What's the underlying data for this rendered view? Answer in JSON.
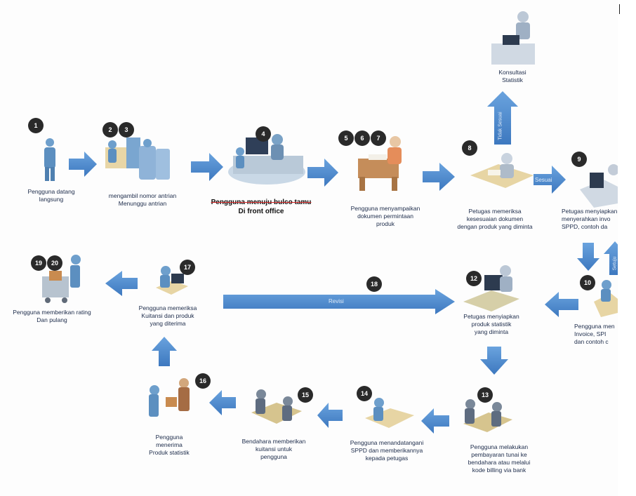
{
  "steps": {
    "s1": {
      "badges": [
        "1"
      ],
      "label": [
        "Pengguna datang",
        "langsung"
      ]
    },
    "s2": {
      "badges": [
        "2",
        "3"
      ],
      "label": [
        "mengambil nomor antrian",
        "Menunggu antrian"
      ]
    },
    "s4": {
      "badges": [
        "4"
      ],
      "label": [
        "Pengguna menuju bulco tamu",
        "Di front office"
      ]
    },
    "s5": {
      "badges": [
        "5",
        "6",
        "7"
      ],
      "label": [
        "Pengguna menyampaikan",
        "dokumen permintaan",
        "produk"
      ]
    },
    "s8": {
      "badges": [
        "8"
      ],
      "label": [
        "Petugas memeriksa",
        "kesesuaian dokumen",
        "dengan produk yang diminta"
      ]
    },
    "konsultasi": {
      "label": [
        "Konsultasi",
        "Statistik"
      ]
    },
    "s9": {
      "badges": [
        "9"
      ],
      "label": [
        "Petugas menyiapkan",
        "menyerahkan invo",
        "SPPD, contoh da"
      ]
    },
    "s10": {
      "badges": [
        "10"
      ],
      "label": [
        "Pengguna men",
        "Invoice, SPI",
        "dan contoh c"
      ]
    },
    "s12": {
      "badges": [
        "12"
      ],
      "label": [
        "Petugas menyiapkan",
        "produk statistik",
        "yang diminta"
      ]
    },
    "s13": {
      "badges": [
        "13"
      ],
      "label": [
        "Pengguna melakukan",
        "pembayaran tunai ke",
        "bendahara atau melalui",
        "kode billing via bank"
      ]
    },
    "s14": {
      "badges": [
        "14"
      ],
      "label": [
        "Pengguna menandatangani",
        "SPPD dan memberikannya",
        "kepada petugas"
      ]
    },
    "s15": {
      "badges": [
        "15"
      ],
      "label": [
        "Bendahara memberikan",
        "kuitansi untuk",
        "pengguna"
      ]
    },
    "s16": {
      "badges": [
        "16"
      ],
      "label": [
        "Pengguna",
        "menerima",
        "Produk statistik"
      ]
    },
    "s17": {
      "badges": [
        "17"
      ],
      "label": [
        "Pengguna memeriksa",
        "Kuitansi dan produk",
        "yang diterima"
      ]
    },
    "s18": {
      "badges": [
        "18"
      ]
    },
    "s19": {
      "badges": [
        "19",
        "20"
      ],
      "label": [
        "Pengguna memberikan rating",
        "Dan pulang"
      ]
    }
  },
  "arrow_labels": {
    "tidak_sesuai": "Tidak Sesuai",
    "sesuai": "Sesuai",
    "revisi": "Revisi",
    "setuju": "Setuju"
  },
  "colors": {
    "arrow": "#4a86cc",
    "badge": "#2a2a2a",
    "label_text": "#1c2b4a",
    "strike": "#cc2222",
    "desk": "#d8b878",
    "person": "#5c8fc0"
  }
}
